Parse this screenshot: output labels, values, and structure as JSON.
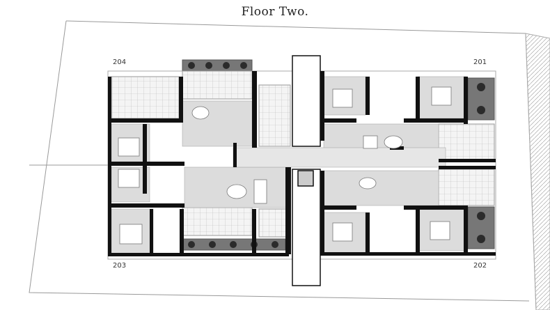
{
  "title": "Floor Two.",
  "units": {
    "u204": "204",
    "u201": "201",
    "u203": "203",
    "u202": "202"
  },
  "colors": {
    "wall": "#111111",
    "floor": "#d9d9d9",
    "tile": "#f2f2f2",
    "line": "#888888"
  }
}
